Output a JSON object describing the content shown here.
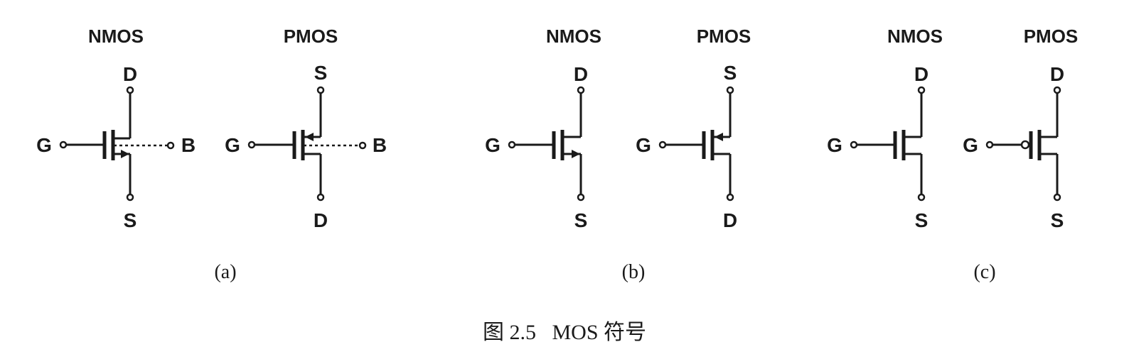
{
  "caption": "图 2.5   MOS 符号",
  "groups": [
    {
      "sublabel": "(a)",
      "nmos": {
        "title": "NMOS",
        "top": "D",
        "bottom": "S",
        "gate": "G",
        "bulk": "B"
      },
      "pmos": {
        "title": "PMOS",
        "top": "S",
        "bottom": "D",
        "gate": "G",
        "bulk": "B"
      }
    },
    {
      "sublabel": "(b)",
      "nmos": {
        "title": "NMOS",
        "top": "D",
        "bottom": "S",
        "gate": "G"
      },
      "pmos": {
        "title": "PMOS",
        "top": "S",
        "bottom": "D",
        "gate": "G"
      }
    },
    {
      "sublabel": "(c)",
      "nmos": {
        "title": "NMOS",
        "top": "D",
        "bottom": "S",
        "gate": "G"
      },
      "pmos": {
        "title": "PMOS",
        "top": "D",
        "bottom": "S",
        "gate": "G"
      }
    }
  ]
}
